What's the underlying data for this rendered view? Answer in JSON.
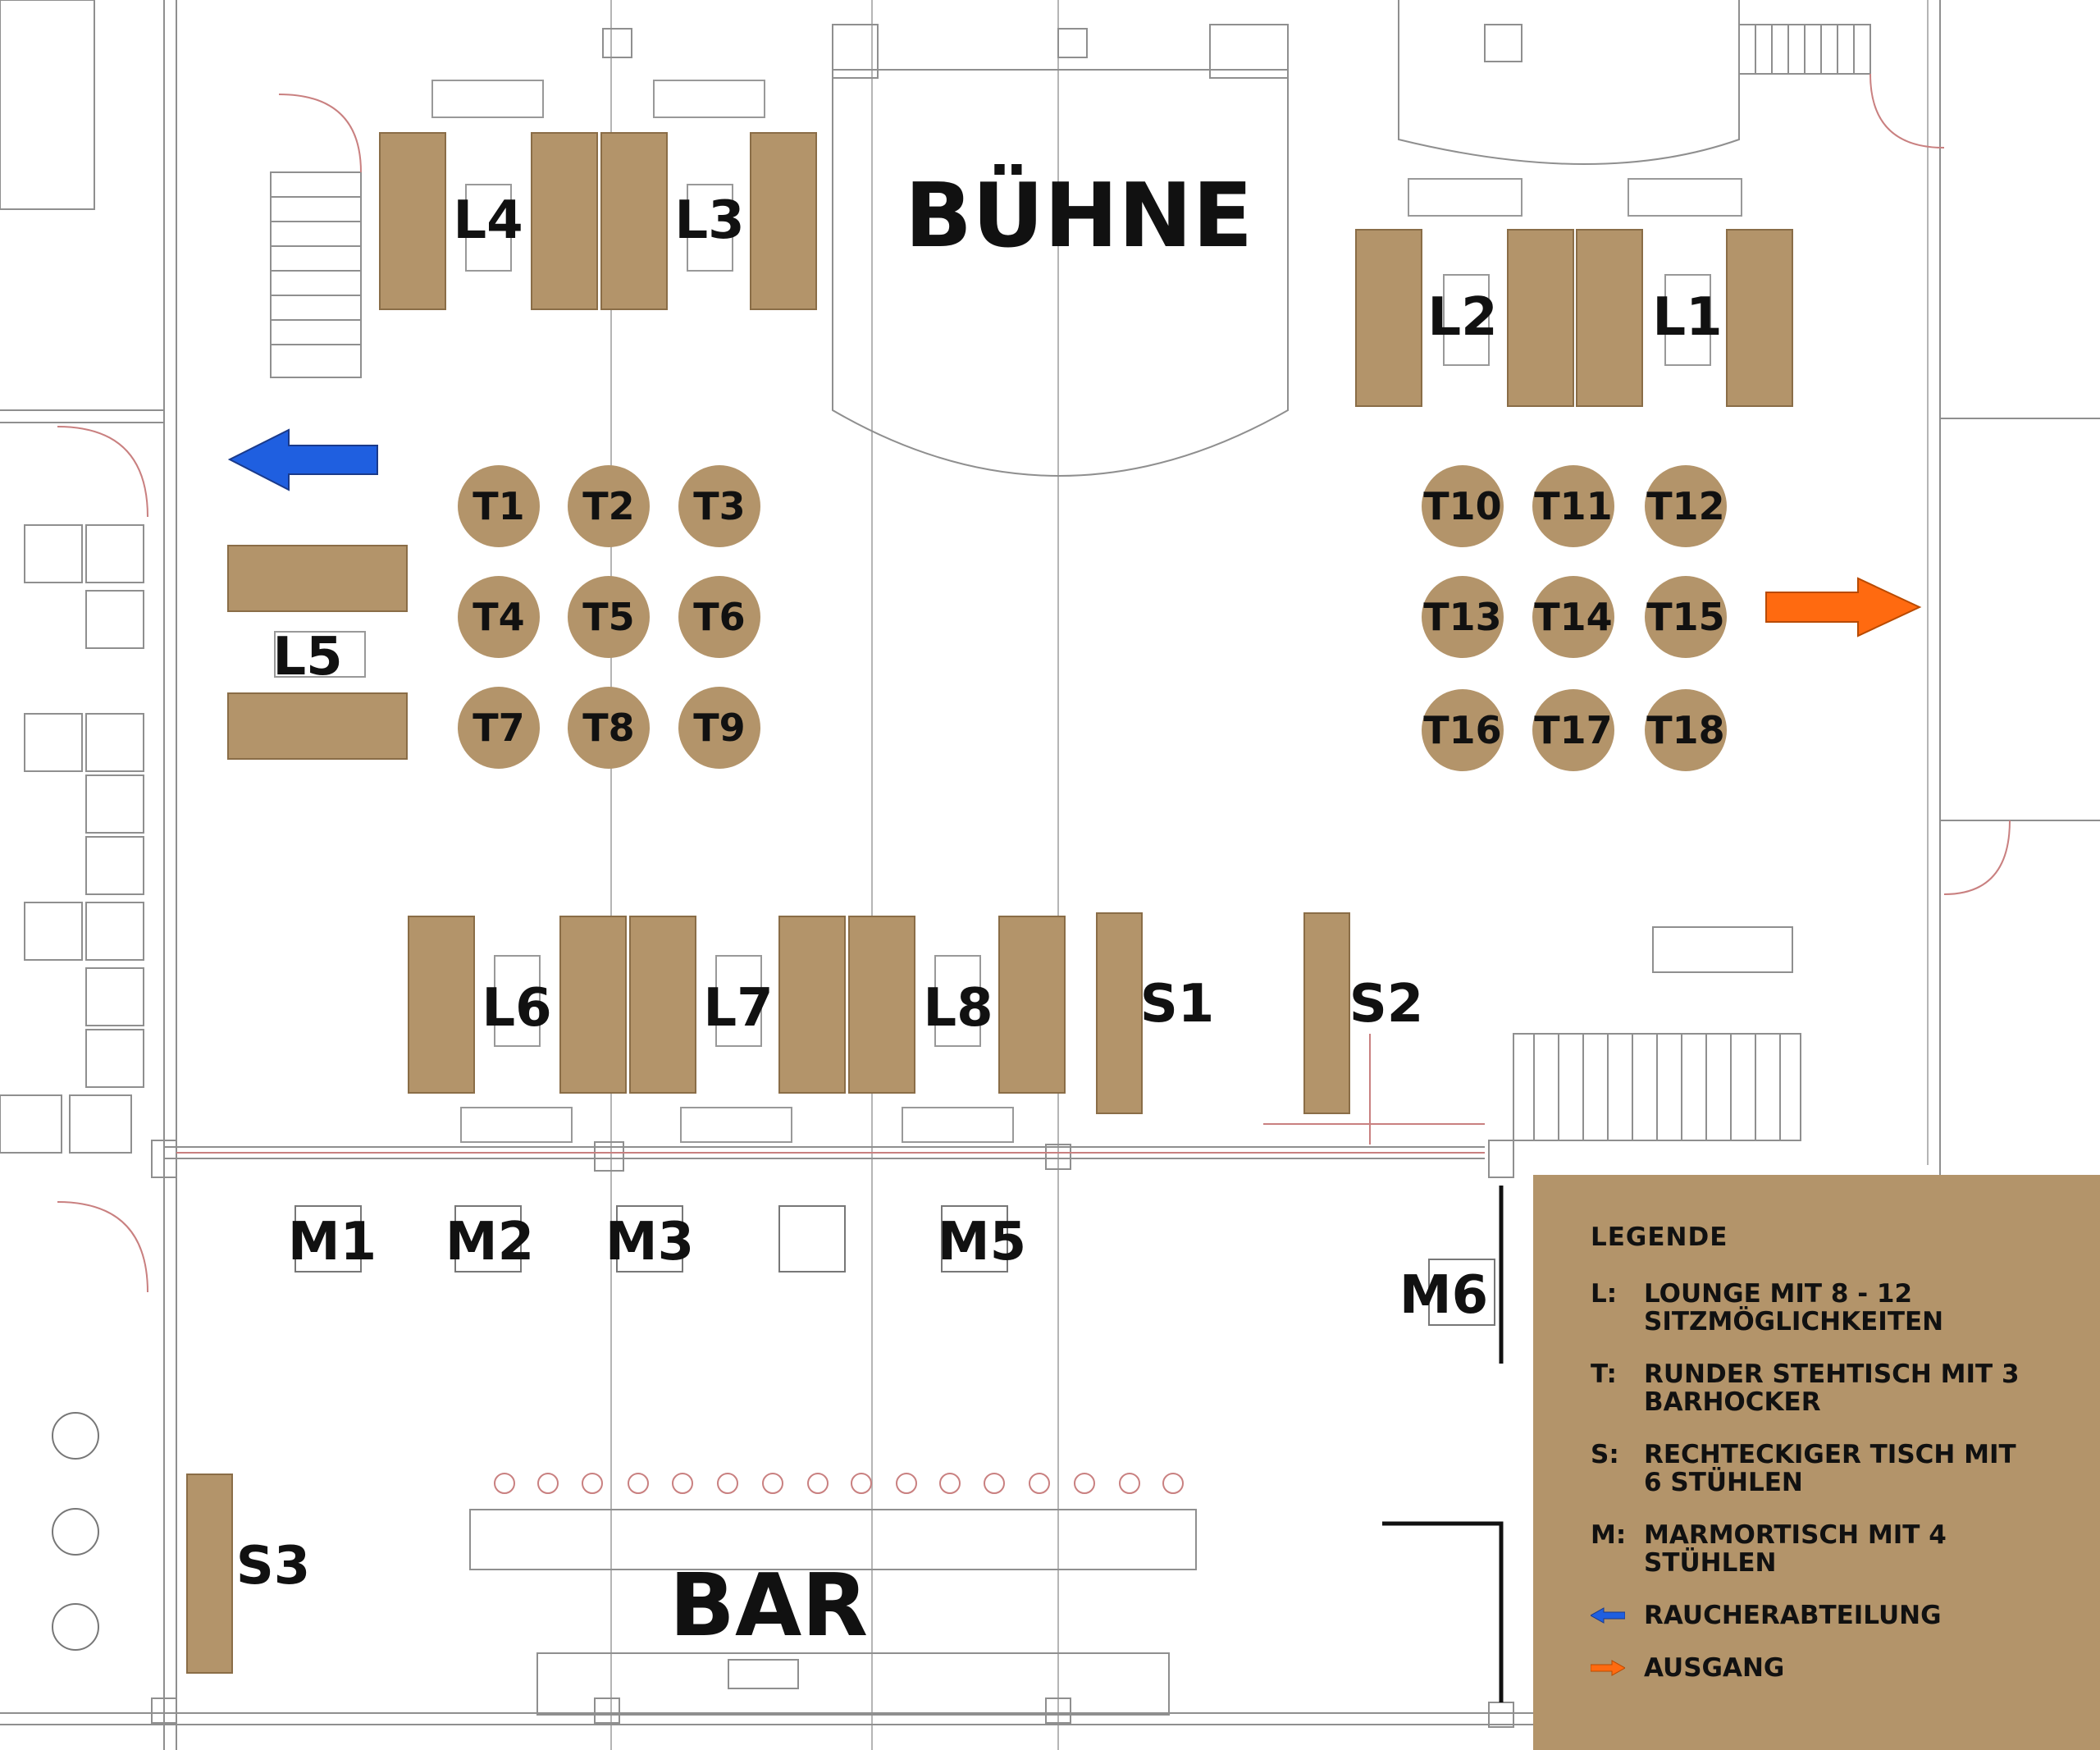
{
  "map": {
    "stage_label": "BÜHNE",
    "bar_label": "BAR",
    "colors": {
      "furniture": "#b3946a",
      "furniture_edge": "#8a6d47",
      "wall_grey": "#8f8f8f",
      "wall_red": "#c98080",
      "smoking_arrow": "#1f5fe0",
      "exit_arrow": "#ff6a10"
    },
    "lounges": {
      "L1": "L1",
      "L2": "L2",
      "L3": "L3",
      "L4": "L4",
      "L5": "L5",
      "L6": "L6",
      "L7": "L7",
      "L8": "L8"
    },
    "tables": {
      "T1": "T1",
      "T2": "T2",
      "T3": "T3",
      "T4": "T4",
      "T5": "T5",
      "T6": "T6",
      "T7": "T7",
      "T8": "T8",
      "T9": "T9",
      "T10": "T10",
      "T11": "T11",
      "T12": "T12",
      "T13": "T13",
      "T14": "T14",
      "T15": "T15",
      "T16": "T16",
      "T17": "T17",
      "T18": "T18"
    },
    "rect_tables": {
      "S1": "S1",
      "S2": "S2",
      "S3": "S3"
    },
    "marble_tables": {
      "M1": "M1",
      "M2": "M2",
      "M3": "M3",
      "M5": "M5",
      "M6": "M6"
    }
  },
  "legend": {
    "title": "LEGENDE",
    "items": [
      {
        "key": "L:",
        "text": "LOUNGE MIT 8 - 12 SITZMÖGLICHKEITEN"
      },
      {
        "key": "T:",
        "text": "RUNDER STEHTISCH MIT 3 BARHOCKER"
      },
      {
        "key": "S:",
        "text": "RECHTECKIGER TISCH MIT 6 STÜHLEN"
      },
      {
        "key": "M:",
        "text": "MARMORTISCH MIT 4 STÜHLEN"
      },
      {
        "key_icon": "blue-arrow-left-icon",
        "text": "RAUCHERABTEILUNG"
      },
      {
        "key_icon": "orange-arrow-right-icon",
        "text": "AUSGANG"
      }
    ]
  }
}
